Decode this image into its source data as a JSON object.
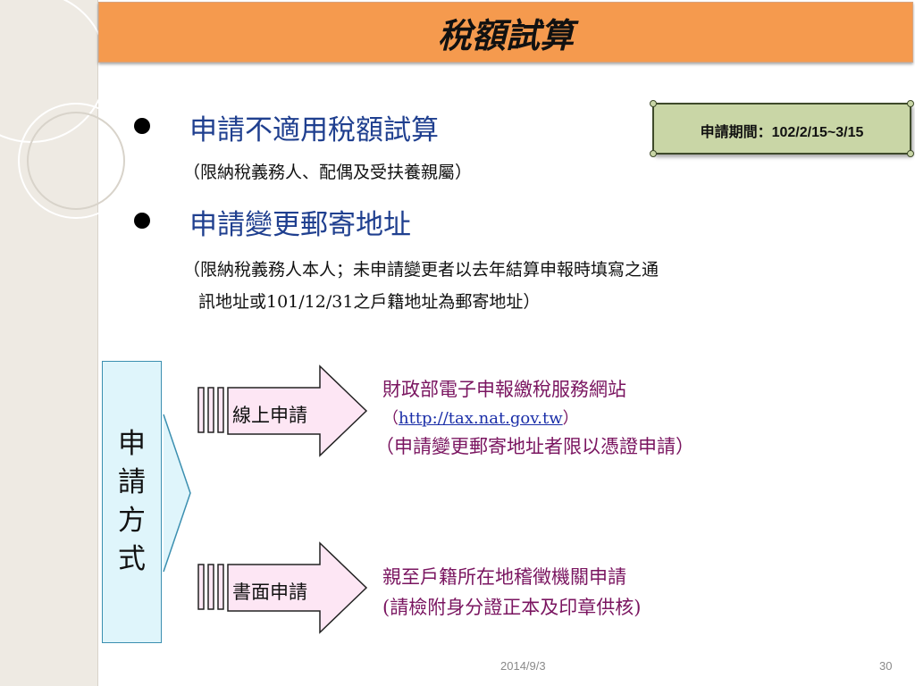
{
  "slide": {
    "title": "稅額試算",
    "period_label": "申請期間：102/2/15~3/15",
    "bullets": [
      {
        "heading": "申請不適用稅額試算",
        "sub_lines": [
          "（限納稅義務人、配偶及受扶養親屬）"
        ]
      },
      {
        "heading": "申請變更郵寄地址",
        "sub_lines": [
          "（限納稅義務人本人；未申請變更者以去年結算申報時填寫之通",
          "訊地址或101/12/31之戶籍地址為郵寄地址）"
        ]
      }
    ],
    "method_box_label": [
      "申",
      "請",
      "方",
      "式"
    ],
    "methods": [
      {
        "arrow_label": "線上申請",
        "line1": "財政部電子申報繳稅服務網站",
        "line2_prefix": "（",
        "link": "http://tax.nat.gov.tw",
        "line2_suffix": "）",
        "line3": "（申請變更郵寄地址者限以憑證申請）"
      },
      {
        "arrow_label": "書面申請",
        "line1": "親至戶籍所在地稽徵機關申請",
        "line2": "(請檢附身分證正本及印章供核)"
      }
    ],
    "footer": {
      "date": "2014/9/3",
      "page": "30"
    }
  },
  "colors": {
    "title_bar": "#f59a4e",
    "heading": "#1f3f8f",
    "method_text": "#7a1560",
    "arrow_fill": "#fde6f4",
    "period_bg": "#c9d6a6",
    "method_box_bg": "#dff5fb"
  }
}
